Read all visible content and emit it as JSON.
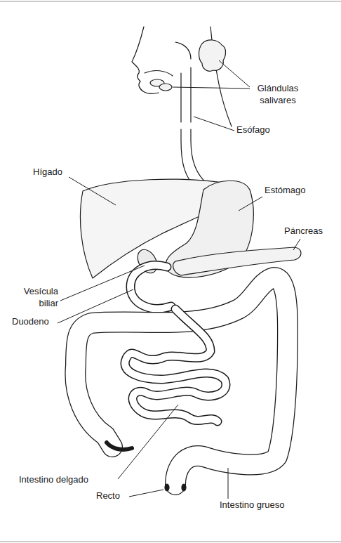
{
  "diagram": {
    "labels": [
      "Glándulas salivares",
      "Esófago",
      "Hígado",
      "Estómago",
      "Páncreas",
      "Vesícula biliar",
      "Duodeno",
      "Intestino delgado",
      "Recto",
      "Intestino grueso"
    ]
  }
}
